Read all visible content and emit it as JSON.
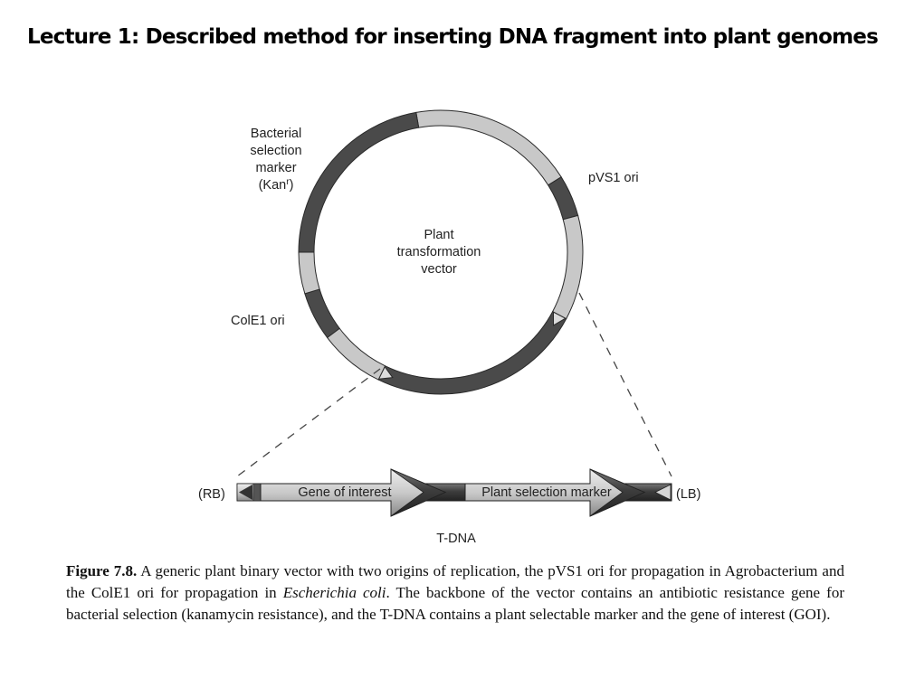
{
  "title": "Lecture 1:  Described method for inserting DNA fragment into plant genomes",
  "plasmid": {
    "center_label": [
      "Plant",
      "transformation",
      "vector"
    ],
    "labels": {
      "bacterial_marker": [
        "Bacterial",
        "selection",
        "marker",
        "(Kan"
      ],
      "bacterial_marker_sup": "r",
      "bacterial_marker_close": ")",
      "pvs1": "pVS1 ori",
      "cole1": "ColE1 ori"
    },
    "colors": {
      "dark": "#4a4a4a",
      "light": "#c8c8c8",
      "outline": "#2a2a2a"
    }
  },
  "tdna": {
    "rb": "(RB)",
    "lb": "(LB)",
    "goi": "Gene of interest",
    "psm": "Plant selection marker",
    "label": "T-DNA"
  },
  "caption": {
    "figure": "Figure 7.8.",
    "text1": " A generic plant binary vector with two origins of replication, the pVS1 ori for propagation in Agrobacterium and the ColE1 ori for propagation in ",
    "italic": "Escherichia coli",
    "text2": ". The backbone of the vector contains an antibiotic resistance gene for bacterial selection (kanamycin resistance), and the T-DNA contains a plant selectable marker and the gene of interest (GOI)."
  }
}
